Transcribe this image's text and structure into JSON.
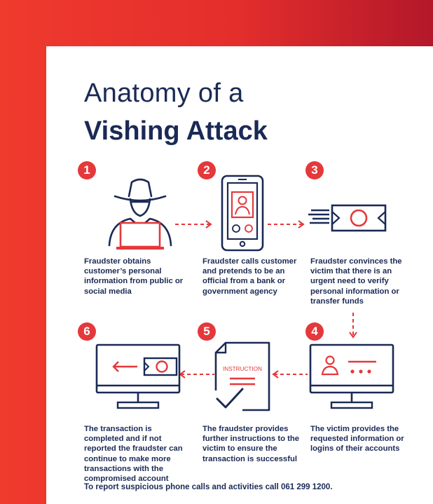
{
  "title": {
    "line1": "Anatomy of a",
    "line2": "Vishing Attack"
  },
  "steps": [
    {
      "number": "1",
      "caption": "Fraudster obtains customer’s personal information from public or social media",
      "icon": "hacker-laptop-icon"
    },
    {
      "number": "2",
      "caption": "Fraudster calls customer and pretends to be an official from a bank or government agency",
      "icon": "smartphone-call-icon"
    },
    {
      "number": "3",
      "caption": "Fraudster convinces the victim that there is an urgent need to verify personal information or transfer funds",
      "icon": "money-transfer-icon"
    },
    {
      "number": "4",
      "caption": "The victim provides the requested information or logins of their accounts",
      "icon": "monitor-login-icon"
    },
    {
      "number": "5",
      "caption": "The fraudster provides further instructions to the victim to ensure the transaction is successful",
      "icon": "instruction-document-icon",
      "document_label": "INSTRUCTION"
    },
    {
      "number": "6",
      "caption": "The transaction is completed and if not reported the fraudster can continue to make more transactions with the compromised account",
      "icon": "monitor-money-transfer-icon"
    }
  ],
  "footer": "To report suspicious phone calls and activities call 061 299 1200.",
  "colors": {
    "navy": "#1b2a55",
    "red": "#e5383b",
    "background_red": "#ef3a2e"
  }
}
